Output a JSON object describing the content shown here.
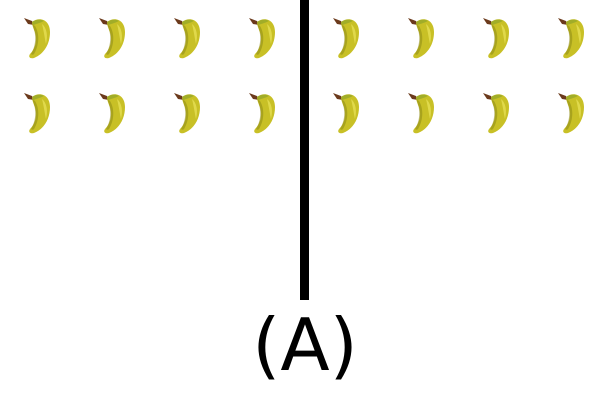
{
  "figure": {
    "label": "(A)",
    "item_icon": "banana-icon",
    "groups": [
      {
        "name": "left",
        "rows": 2,
        "columns": 4,
        "count": 8
      },
      {
        "name": "right",
        "rows": 2,
        "columns": 4,
        "count": 8
      }
    ]
  },
  "colors": {
    "banana_body": "#c8c026",
    "banana_shade": "#8e8a16",
    "banana_highlight": "#e6df55",
    "stem": "#6b3a1c",
    "divider": "#000000",
    "text": "#000000"
  }
}
